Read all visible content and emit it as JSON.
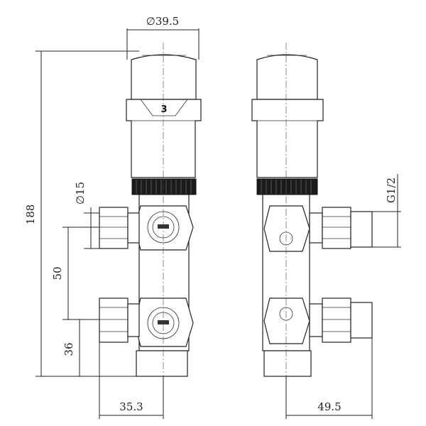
{
  "dimensions": {
    "top_diameter": "∅39.5",
    "total_height": "188",
    "port_diameter": "∅15",
    "port_spacing": "50",
    "bottom_height": "36",
    "left_offset": "35.3",
    "right_offset": "49.5",
    "thread": "G1/2"
  },
  "thermostat_setting": "3"
}
